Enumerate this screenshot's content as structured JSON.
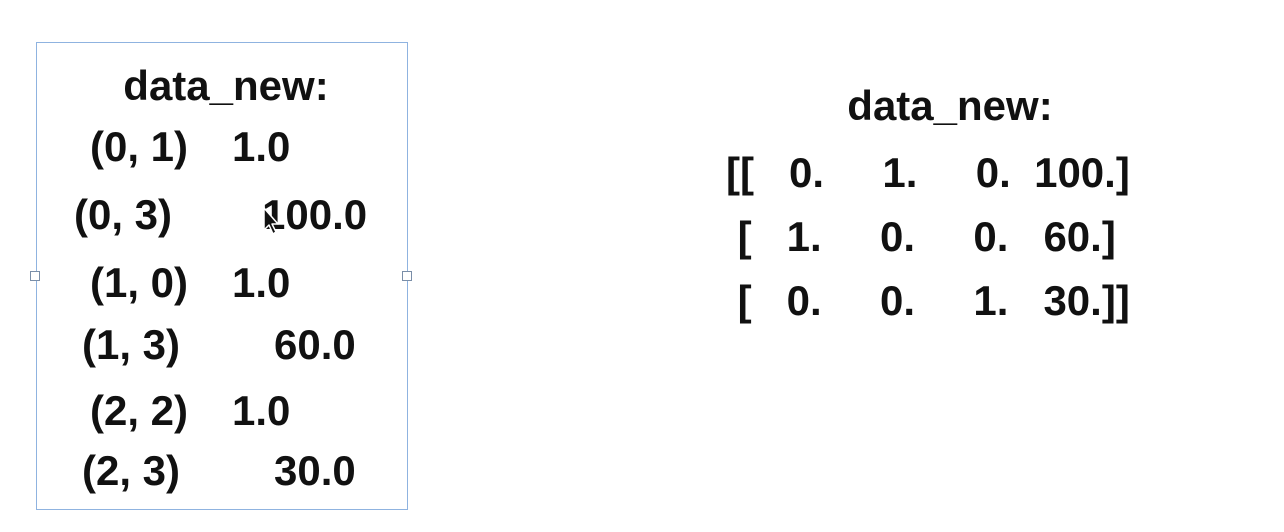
{
  "sparse": {
    "title": "data_new:",
    "entries": [
      {
        "index": "(0, 1)",
        "value": "1.0"
      },
      {
        "index": "(0, 3)",
        "value": "100.0"
      },
      {
        "index": "(1, 0)",
        "value": "1.0"
      },
      {
        "index": "(1, 3)",
        "value": "60.0"
      },
      {
        "index": "(2, 2)",
        "value": "1.0"
      },
      {
        "index": "(2, 3)",
        "value": "30.0"
      }
    ]
  },
  "dense": {
    "title": "data_new:",
    "lines": [
      "[[   0.     1.     0.  100.]",
      " [   1.     0.     0.   60.]",
      " [   0.     0.     1.   30.]]"
    ]
  },
  "icons": {
    "cursor": "mouse-pointer-icon"
  }
}
